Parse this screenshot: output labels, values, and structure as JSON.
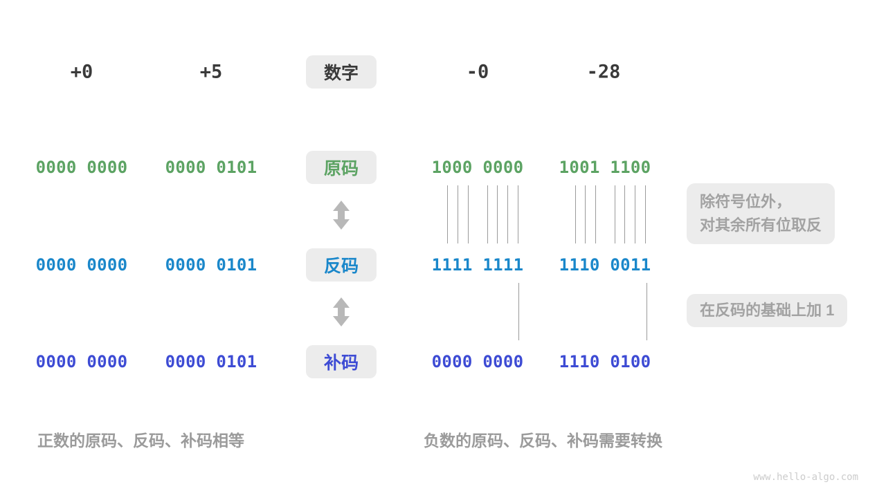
{
  "colors": {
    "sign_magnitude_green": "#5ca363",
    "ones_complement_blue": "#1a87ca",
    "twos_complement_indigo": "#3d4bd4",
    "header_text": "#3a3a3a",
    "badge_background": "#ececec",
    "muted_gray": "#9b9b9b"
  },
  "header": {
    "badge": "数字",
    "columns": [
      "+0",
      "+5",
      "-0",
      "-28"
    ]
  },
  "rows": [
    {
      "label": "原码",
      "values": [
        "0000 0000",
        "0000 0101",
        "1000 0000",
        "1001 1100"
      ]
    },
    {
      "label": "反码",
      "values": [
        "0000 0000",
        "0000 0101",
        "1111 1111",
        "1110 0011"
      ]
    },
    {
      "label": "补码",
      "values": [
        "0000 0000",
        "0000 0101",
        "0000 0000",
        "1110 0100"
      ]
    }
  ],
  "annotations": {
    "flip_line1": "除符号位外，",
    "flip_line2": "对其余所有位取反",
    "add_one": "在反码的基础上加 1"
  },
  "captions": {
    "positive": "正数的原码、反码、补码相等",
    "negative": "负数的原码、反码、补码需要转换"
  },
  "watermark": "www.hello-algo.com"
}
